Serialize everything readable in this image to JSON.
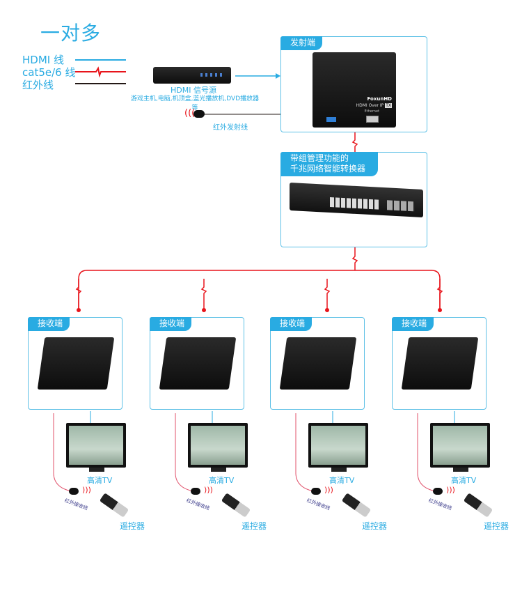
{
  "title": "一对多",
  "legend": [
    {
      "label": "HDMI 线",
      "color": "#29abe2"
    },
    {
      "label": "cat5e/6 线",
      "color": "#e8141b"
    },
    {
      "label": "红外线",
      "color": "#231815"
    }
  ],
  "source": {
    "label": "HDMI 信号源",
    "subtitle": "游戏主机,电脑,机顶盒,蓝光播放机,DVD播放器等",
    "ir_label": "红外发射线"
  },
  "transmitter": {
    "header": "发射端",
    "brand": "FoxunHD",
    "model": "HDMI Over IP",
    "badge": "TX",
    "port": "Ethernet"
  },
  "switch": {
    "header_line1": "带组管理功能的",
    "header_line2": "千兆网络智能转换器"
  },
  "receivers": [
    {
      "header": "接收端",
      "tv": "高清TV",
      "ir": "红外接收线",
      "remote": "遥控器"
    },
    {
      "header": "接收端",
      "tv": "高清TV",
      "ir": "红外接收线",
      "remote": "遥控器"
    },
    {
      "header": "接收端",
      "tv": "高清TV",
      "ir": "红外接收线",
      "remote": "遥控器"
    },
    {
      "header": "接收端",
      "tv": "高清TV",
      "ir": "红外接收线",
      "remote": "遥控器"
    }
  ]
}
